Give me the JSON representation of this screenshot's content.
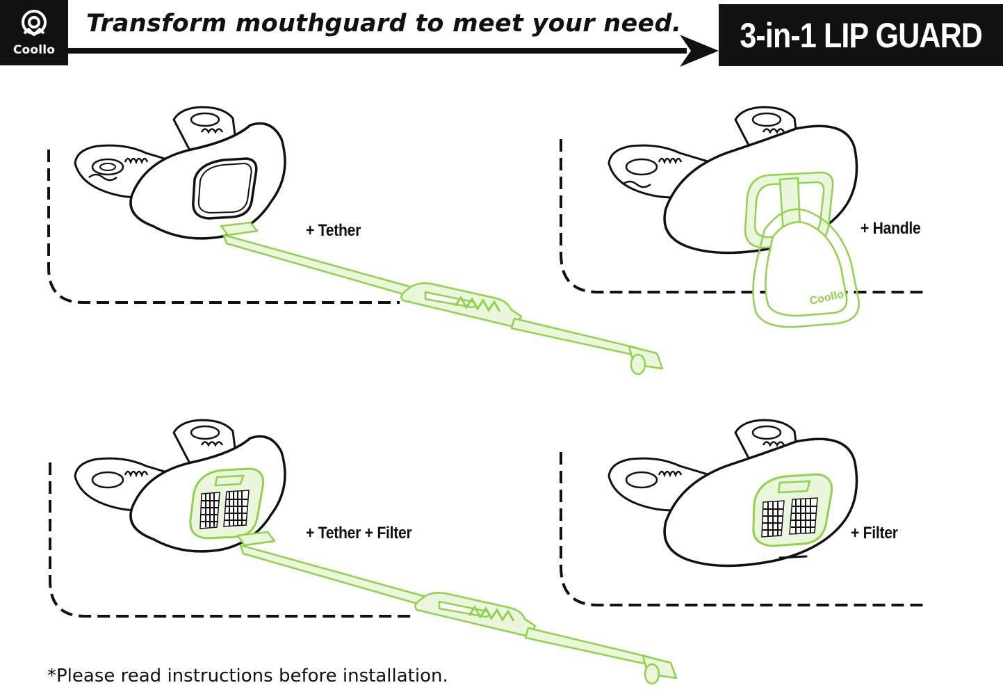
{
  "header": {
    "brand": "Coollo",
    "tagline": "Transform mouthguard to meet your need.",
    "product_title": "3-in-1  LIP GUARD"
  },
  "variants": [
    {
      "label": "+ Tether"
    },
    {
      "label": "+ Handle"
    },
    {
      "label": "+ Tether + Filter"
    },
    {
      "label": "+ Filter"
    }
  ],
  "handle_brand": "Coollo",
  "footnote": "*Please read instructions before installation.",
  "colors": {
    "ink": "#111111",
    "accent_green": "#8ed34a",
    "accent_fill": "#eaf7dc",
    "background": "#ffffff"
  },
  "icons": {
    "brand_logo": "coollo-logo-icon"
  }
}
